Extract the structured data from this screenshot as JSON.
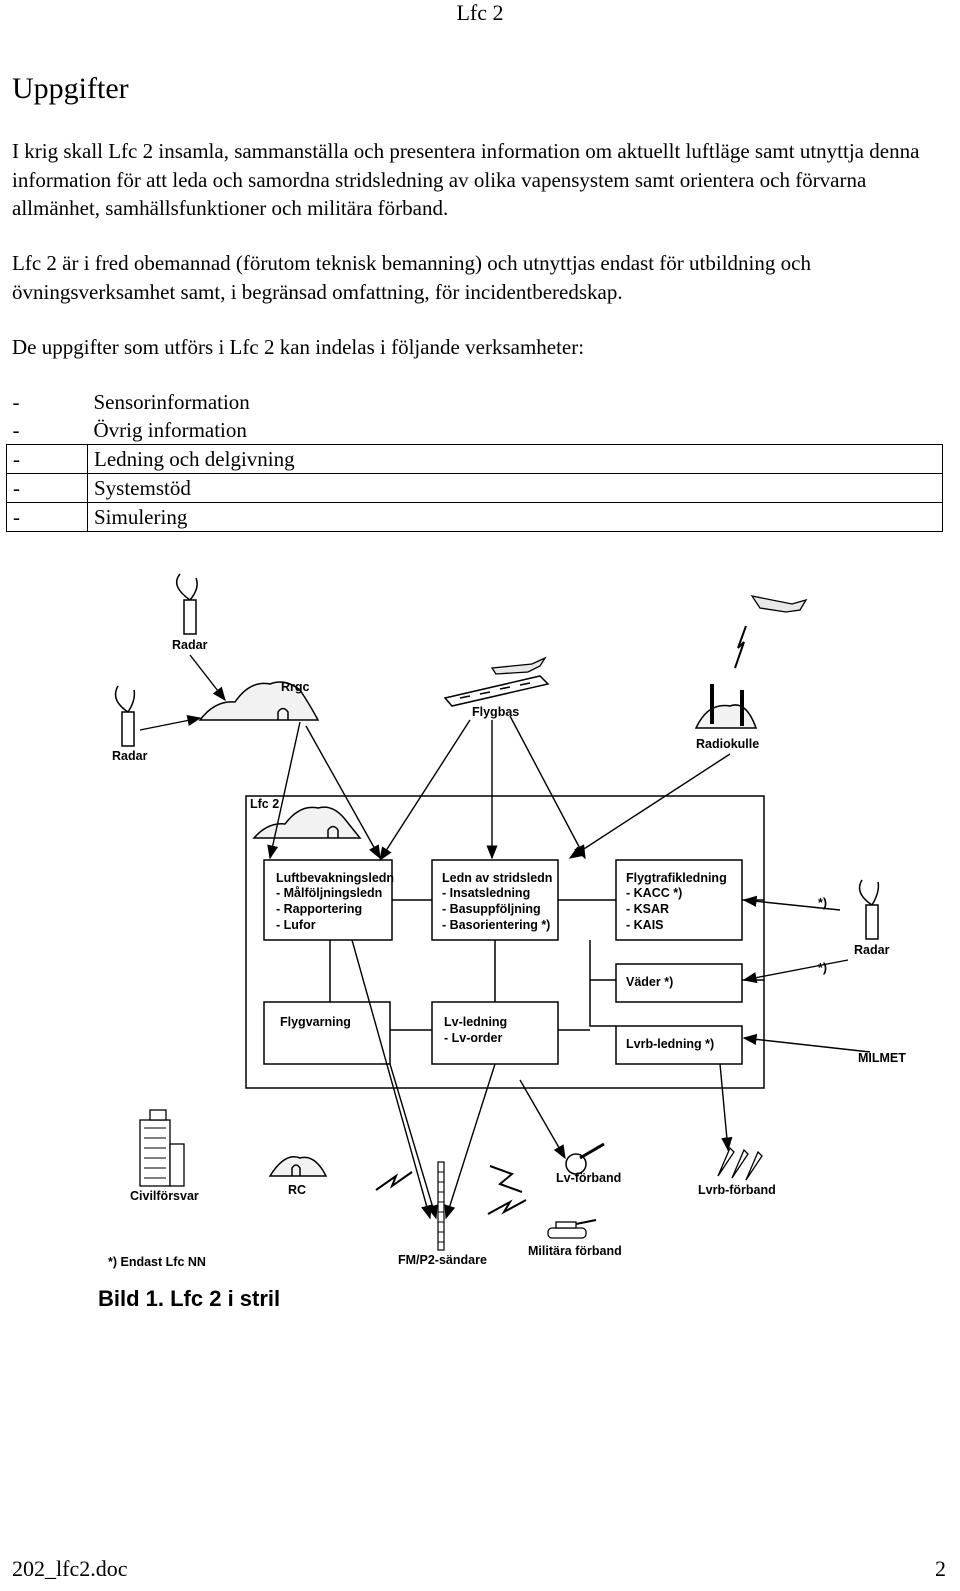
{
  "header": {
    "title": "Lfc 2"
  },
  "section": {
    "heading": "Uppgifter"
  },
  "paragraphs": [
    "I krig skall Lfc 2 insamla, sammanställa och presentera information om aktuellt luftläge samt utnyttja denna information för att leda och samordna stridsledning av olika vapensystem samt orientera och förvarna allmänhet, samhällsfunktioner och militära förband.",
    "Lfc 2 är i fred obemannad (förutom teknisk bemanning) och utnyttjas endast för utbildning och övningsverksamhet samt, i begränsad omfattning, för incidentberedskap.",
    "De uppgifter som utförs i Lfc 2 kan indelas i följande verksamheter:"
  ],
  "activities": [
    {
      "dash": "-",
      "text": "Sensorinformation"
    },
    {
      "dash": "-",
      "text": "Övrig information"
    },
    {
      "dash": "-",
      "text": "Ledning och delgivning"
    },
    {
      "dash": "-",
      "text": "Systemstöd"
    },
    {
      "dash": "-",
      "text": "Simulering"
    }
  ],
  "figure": {
    "caption": "Bild 1. Lfc 2 i stril",
    "footnote": "*) Endast Lfc NN",
    "external_nodes": {
      "radar_top": "Radar",
      "radar_left": "Radar",
      "rrgc": "Rrgc",
      "flygbas": "Flygbas",
      "radiokulle": "Radiokulle",
      "radar_right": "Radar",
      "milmet": "MILMET",
      "civilforsvar": "Civilförsvar",
      "rc": "RC",
      "fm_sandare": "FM/P2-sändare",
      "lv_forband": "Lv-förband",
      "militara_forband": "Militära förband",
      "lvrb_forband": "Lvrb-förband"
    },
    "star_marks": [
      "*)",
      "*)"
    ],
    "lfc_label": "Lfc 2",
    "boxes": {
      "luftbevakning": [
        "Luftbevakningsledn",
        "- Målföljningsledn",
        "- Rapportering",
        "- Lufor"
      ],
      "stridsledn": [
        "Ledn av stridsledn",
        "- Insatsledning",
        "- Basuppföljning",
        "- Basorientering *)"
      ],
      "flygtrafik": [
        "Flygtrafikledning",
        "- KACC *)",
        "- KSAR",
        "- KAIS"
      ],
      "vader": [
        "Väder *)"
      ],
      "flygvarning": [
        "Flygvarning"
      ],
      "lvledning": [
        "Lv-ledning",
        "- Lv-order"
      ],
      "lvrbledning": [
        "Lvrb-ledning *)"
      ]
    }
  },
  "footer": {
    "filename": "202_lfc2.doc",
    "page": "2"
  }
}
